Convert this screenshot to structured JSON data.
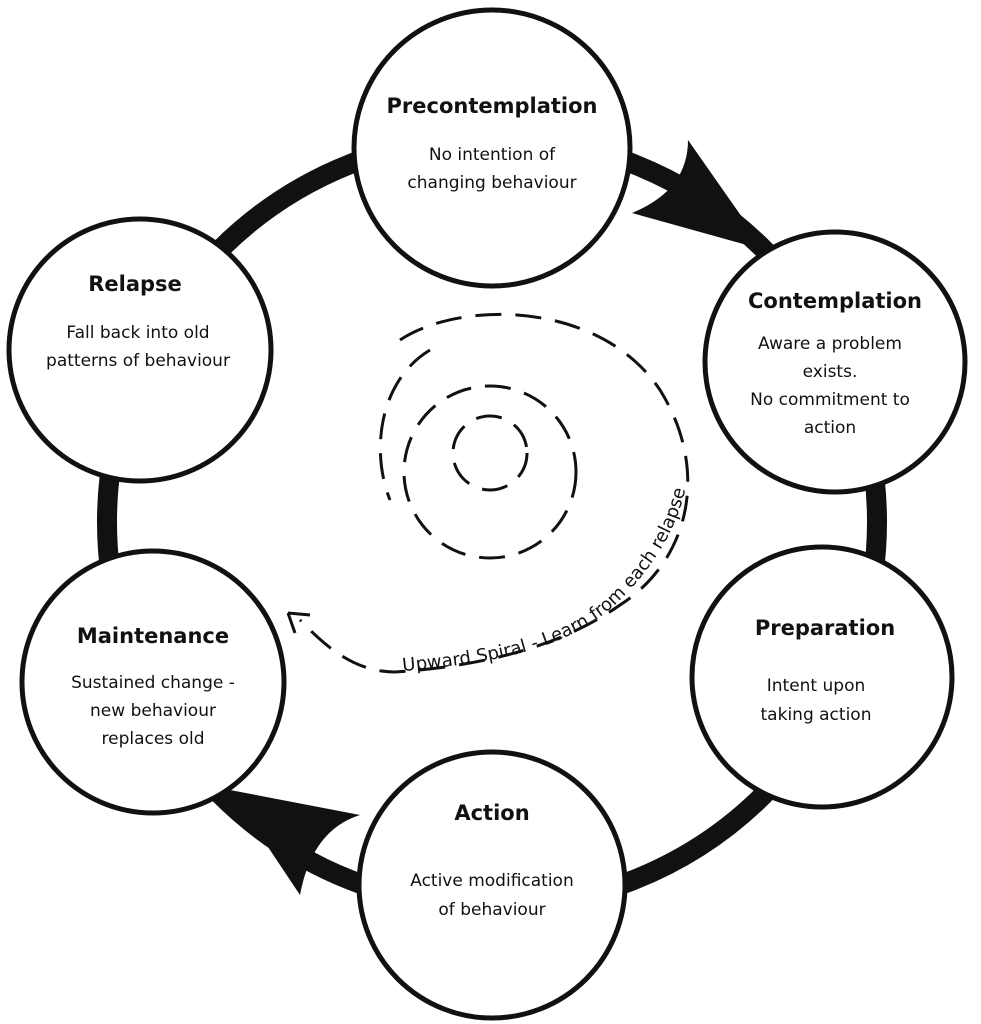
{
  "stages": [
    {
      "id": "precontemplation",
      "title": "Precontemplation",
      "lines": [
        "No intention of",
        "changing behaviour"
      ]
    },
    {
      "id": "contemplation",
      "title": "Contemplation",
      "lines": [
        "Aware a problem",
        "exists.",
        "No commitment to",
        "action"
      ]
    },
    {
      "id": "preparation",
      "title": "Preparation",
      "lines": [
        "Intent upon",
        "taking action"
      ]
    },
    {
      "id": "action",
      "title": "Action",
      "lines": [
        "Active modification",
        "of behaviour"
      ]
    },
    {
      "id": "maintenance",
      "title": "Maintenance",
      "lines": [
        "Sustained change -",
        "new behaviour",
        "replaces old"
      ]
    },
    {
      "id": "relapse",
      "title": "Relapse",
      "lines": [
        "Fall back into old",
        "patterns of behaviour"
      ]
    }
  ],
  "spiral_label": "Upward Spiral - Learn from each relapse",
  "colors": {
    "ink": "#111111",
    "background": "#ffffff"
  }
}
